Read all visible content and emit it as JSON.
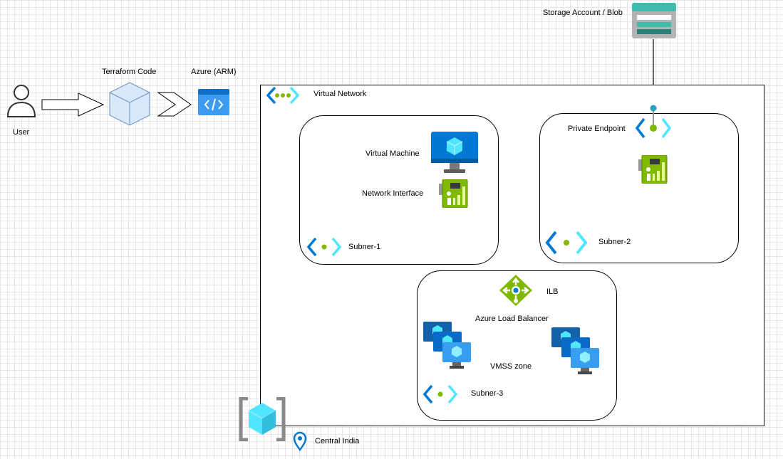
{
  "labels": {
    "user": "User",
    "terraform": "Terraform Code",
    "azure_arm": "Azure (ARM)",
    "storage": "Storage Account / Blob",
    "vnet": "Virtual Network",
    "vm": "Virtual Machine",
    "nic": "Network Interface",
    "subnet1": "Subner-1",
    "private_endpoint": "Private Endpoint",
    "subnet2": "Subner-2",
    "ilb": "ILB",
    "azure_lb": "Azure Load Balancer",
    "vmss_zone": "VMSS zone",
    "subnet3": "Subner-3",
    "region": "Central India"
  },
  "colors": {
    "azure_blue": "#0078d4",
    "light_blue": "#50e6ff",
    "green": "#7fba00",
    "teal": "#1f9e95",
    "cube_fill": "#dae8fc",
    "cube_stroke": "#6c8ebf"
  },
  "icons": [
    "user-icon",
    "terraform-cube-icon",
    "arm-template-icon",
    "storage-blob-icon",
    "vnet-icon",
    "virtual-machine-icon",
    "nic-icon",
    "private-endpoint-icon",
    "subnet-icon",
    "load-balancer-icon",
    "vmss-icon",
    "region-pin-icon",
    "resource-group-icon"
  ]
}
